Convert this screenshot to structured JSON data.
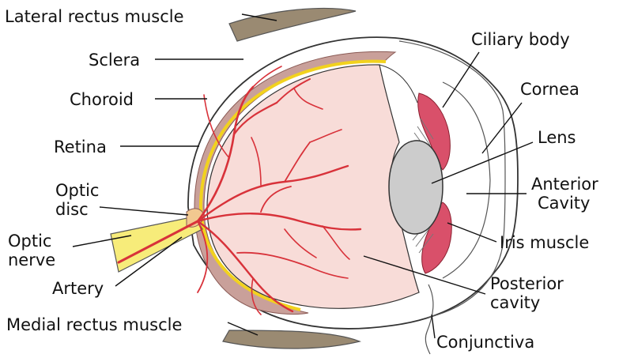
{
  "labels": {
    "lateral_rectus": "Lateral rectus muscle",
    "sclera": "Sclera",
    "choroid": "Choroid",
    "retina": "Retina",
    "optic_disc_1": "Optic",
    "optic_disc_2": "disc",
    "optic_nerve_1": "Optic",
    "optic_nerve_2": "nerve",
    "artery": "Artery",
    "medial_rectus": "Medial rectus muscle",
    "ciliary_body": "Ciliary body",
    "cornea": "Cornea",
    "lens": "Lens",
    "anterior_cavity_1": "Anterior",
    "anterior_cavity_2": "Cavity",
    "iris_muscle": "Iris muscle",
    "posterior_cavity_1": "Posterior",
    "posterior_cavity_2": "cavity",
    "conjunctiva": "Conjunctiva"
  },
  "colors": {
    "vitreous": "#f8dcd8",
    "sclera": "#ffffff",
    "outline": "#333333",
    "choroid": "#c9a09a",
    "retina": "#f2d21e",
    "vessel": "#d8323a",
    "optic_nerve": "#f7ec7a",
    "lens": "#cccccc",
    "ciliary": "#d9506a",
    "muscle": "#9a8a72"
  }
}
